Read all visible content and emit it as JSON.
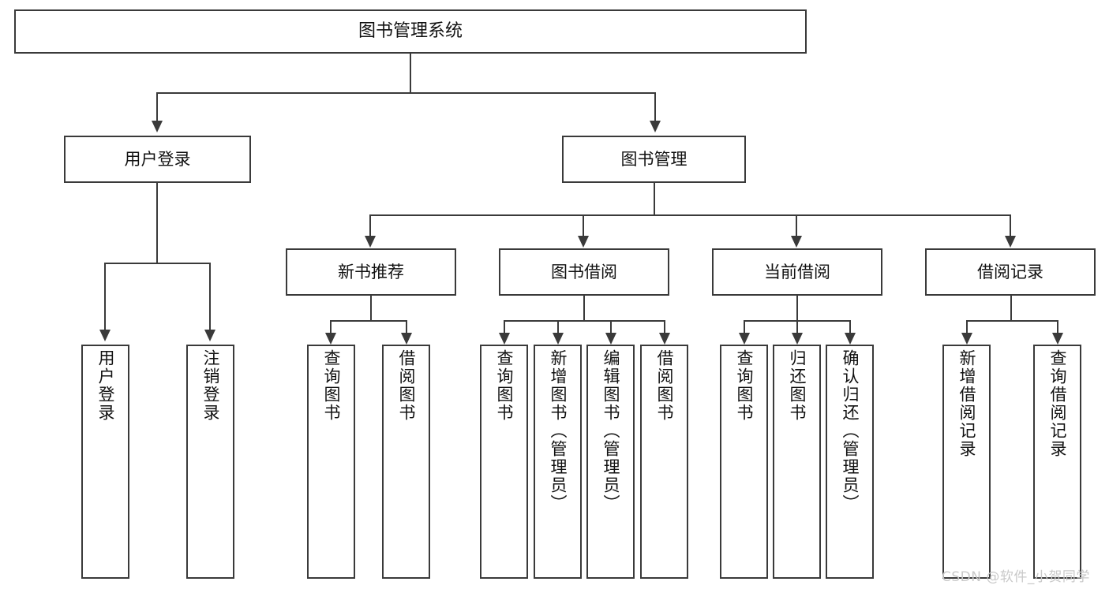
{
  "diagram": {
    "type": "tree",
    "title": "图书管理系统",
    "orientation": "top-down",
    "edge_style": "orthogonal-with-arrowheads",
    "colors": {
      "box_border": "#3a3a3a",
      "box_fill": "#ffffff",
      "connector": "#3a3a3a",
      "text": "#111111",
      "watermark": "#c9c9c9",
      "background": "#ffffff"
    }
  },
  "nodes": {
    "root": {
      "label": "图书管理系统"
    },
    "level2": [
      {
        "id": "user-login",
        "label": "用户登录"
      },
      {
        "id": "book-manage",
        "label": "图书管理"
      }
    ],
    "level3": [
      {
        "id": "new-book-recommend",
        "label": "新书推荐"
      },
      {
        "id": "book-borrow",
        "label": "图书借阅"
      },
      {
        "id": "current-borrow",
        "label": "当前借阅"
      },
      {
        "id": "borrow-record",
        "label": "借阅记录"
      }
    ],
    "leaves": {
      "user-login": [
        {
          "id": "leaf-user-login",
          "label": "用户登录"
        },
        {
          "id": "leaf-logout-login",
          "label": "注销登录"
        }
      ],
      "new-book-recommend": [
        {
          "id": "leaf-query-book-1",
          "label": "查询图书"
        },
        {
          "id": "leaf-borrow-book-1",
          "label": "借阅图书"
        }
      ],
      "book-borrow": [
        {
          "id": "leaf-query-book-2",
          "label": "查询图书"
        },
        {
          "id": "leaf-add-book-admin",
          "label": "新增图书（管理员）"
        },
        {
          "id": "leaf-edit-book-admin",
          "label": "编辑图书（管理员）"
        },
        {
          "id": "leaf-borrow-book-2",
          "label": "借阅图书"
        }
      ],
      "current-borrow": [
        {
          "id": "leaf-query-book-3",
          "label": "查询图书"
        },
        {
          "id": "leaf-return-book",
          "label": "归还图书"
        },
        {
          "id": "leaf-confirm-return-admin",
          "label": "确认归还（管理员）"
        }
      ],
      "borrow-record": [
        {
          "id": "leaf-add-borrow-record",
          "label": "新增借阅记录"
        },
        {
          "id": "leaf-query-borrow-record",
          "label": "查询借阅记录"
        }
      ]
    }
  },
  "watermark": {
    "text": "CSDN @软件_小贺同学"
  }
}
